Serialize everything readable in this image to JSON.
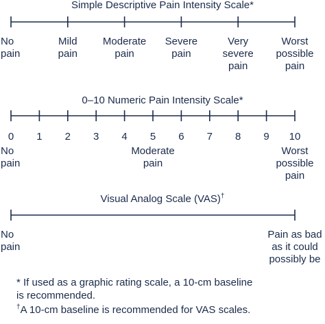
{
  "descriptive": {
    "title": "Simple Descriptive Pain Intensity Scale",
    "title_mark": "*",
    "labels": [
      {
        "lines": [
          "No",
          "pain"
        ]
      },
      {
        "lines": [
          "Mild",
          "pain"
        ]
      },
      {
        "lines": [
          "Moderate",
          "pain"
        ]
      },
      {
        "lines": [
          "Severe",
          "pain"
        ]
      },
      {
        "lines": [
          "Very",
          "severe",
          "pain"
        ]
      },
      {
        "lines": [
          "Worst",
          "possible",
          "pain"
        ]
      }
    ]
  },
  "numeric": {
    "title": "0–10 Numeric Pain Intensity Scale",
    "title_mark": "*",
    "numbers": [
      "0",
      "1",
      "2",
      "3",
      "4",
      "5",
      "6",
      "7",
      "8",
      "9",
      "10"
    ],
    "anchor_left": [
      "No",
      "pain"
    ],
    "anchor_mid": [
      "Moderate",
      "pain"
    ],
    "anchor_right": [
      "Worst",
      "possible",
      "pain"
    ]
  },
  "vas": {
    "title": "Visual Analog Scale (VAS)",
    "title_mark": "†",
    "anchor_left": [
      "No",
      "pain"
    ],
    "anchor_right": [
      "Pain as bad",
      "as it could",
      "possibly be"
    ]
  },
  "notes": {
    "note1_line1": "* If used as a graphic rating scale, a 10-cm baseline",
    "note1_line2": "is recommended.",
    "note2_mark": "†",
    "note2_text": "A 10-cm baseline is recommended for VAS scales."
  },
  "colors": {
    "ink": "#1a2a4a",
    "background": "#ffffff"
  }
}
